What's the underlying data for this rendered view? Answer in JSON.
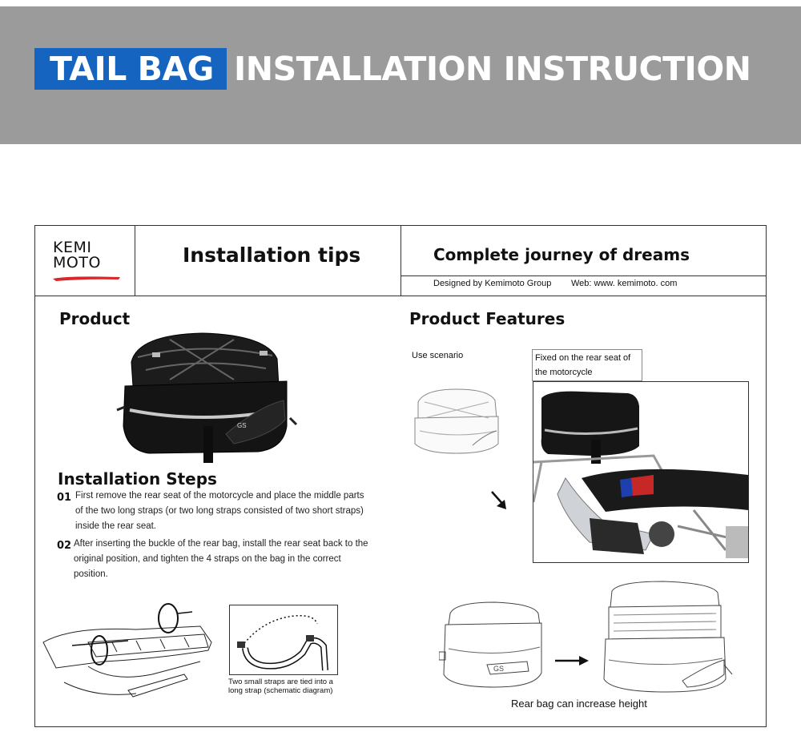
{
  "banner": {
    "title_highlight": "TAIL BAG",
    "title_rest": "INSTALLATION INSTRUCTION",
    "bg_color": "#9b9b9b",
    "accent_color": "#1565c0"
  },
  "header": {
    "logo_line1": "KEMI",
    "logo_line2": "MOTO",
    "tips_title": "Installation tips",
    "slogan": "Complete journey of dreams",
    "designed_by": "Designed by Kemimoto Group",
    "web": "Web: www. kemimoto. com"
  },
  "product": {
    "heading": "Product",
    "icon": "tail-bag-image"
  },
  "features": {
    "heading": "Product Features",
    "use_scenario": "Use scenario",
    "fixed_line1": "Fixed on the rear seat of",
    "fixed_line2": "the motorcycle",
    "increase_caption": "Rear bag can increase height"
  },
  "steps": {
    "heading": "Installation Steps",
    "items": [
      {
        "num": "01",
        "line1": "First remove the rear seat of the motorcycle and place the middle parts",
        "line2": "of the two long straps (or two long straps consisted of two short straps)",
        "line3": "inside the rear seat."
      },
      {
        "num": "02",
        "line1": "After inserting the buckle of the rear bag, install the rear seat back to the",
        "line2": "original position, and tighten the 4 straps on the bag in the correct",
        "line3": "position."
      }
    ],
    "schematic_caption_line1": "Two small straps are tied into a",
    "schematic_caption_line2": "long strap (schematic diagram)"
  }
}
